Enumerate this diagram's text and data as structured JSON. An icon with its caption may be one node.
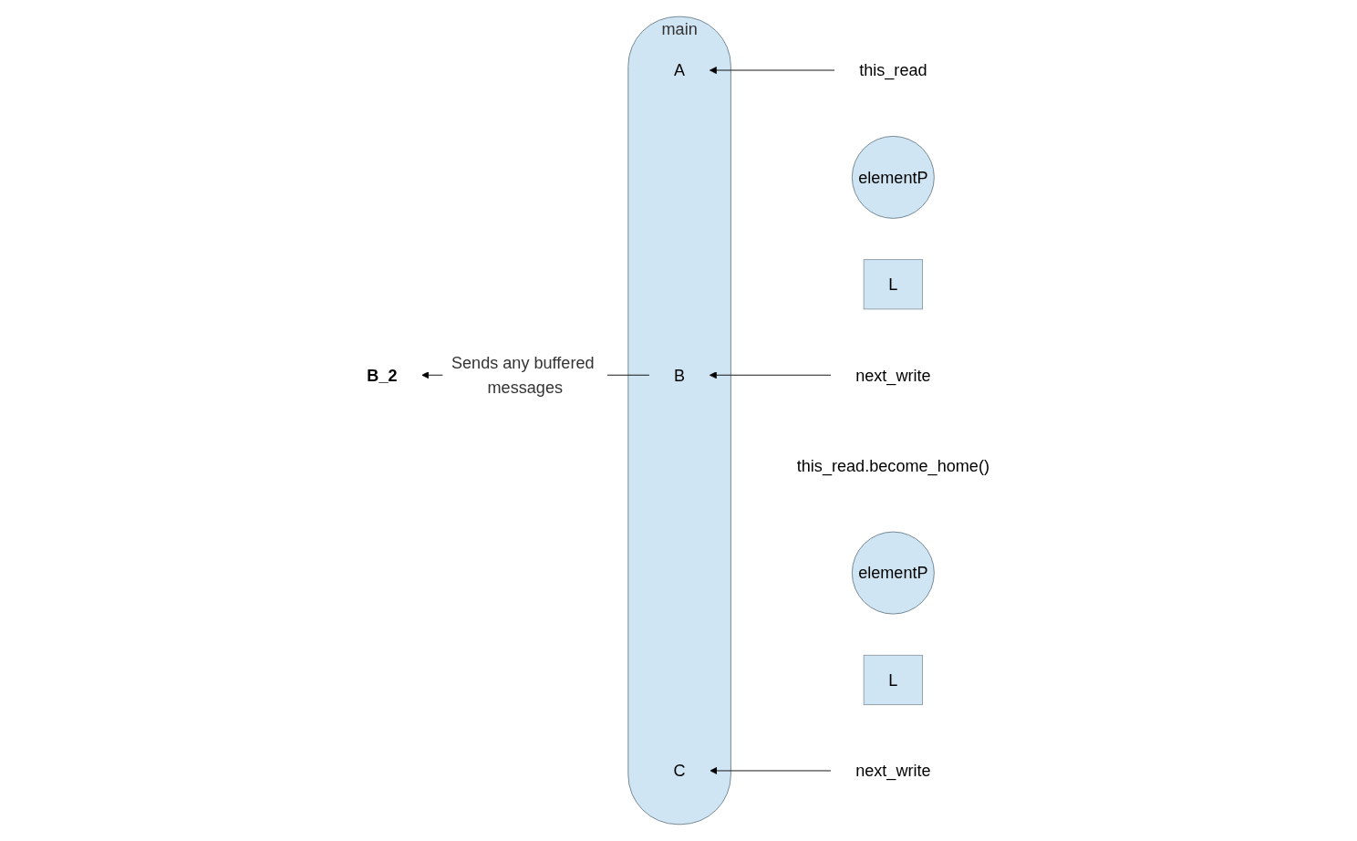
{
  "diagram": {
    "nodes": [
      {
        "text": [
          "main"
        ]
      },
      {
        "text": [
          "A"
        ],
        "in": 0
      },
      {
        "text": [
          "B"
        ],
        "in": 0
      },
      {
        "text": [
          "C"
        ],
        "in": 0
      },
      {
        "text": [
          "this_read"
        ]
      },
      {
        "text": [
          "elementP"
        ]
      },
      {
        "text": [
          "L"
        ]
      },
      {
        "text": [
          "next_write"
        ]
      },
      {
        "text": [
          "B_2"
        ]
      },
      {
        "text": [
          "this_read.become_home()"
        ]
      },
      {
        "text": [
          "elementP"
        ]
      },
      {
        "text": [
          "L"
        ]
      },
      {
        "text": [
          "next_write"
        ]
      }
    ],
    "edges": [
      {
        "from": 4,
        "to": 1,
        "arrow": "to"
      },
      {
        "from": 7,
        "to": 2,
        "arrow": "to"
      },
      {
        "from": 2,
        "to": 8,
        "arrow": "to",
        "label": "Sends any buffered messages"
      },
      {
        "from": 12,
        "to": 3,
        "arrow": "to"
      }
    ]
  }
}
